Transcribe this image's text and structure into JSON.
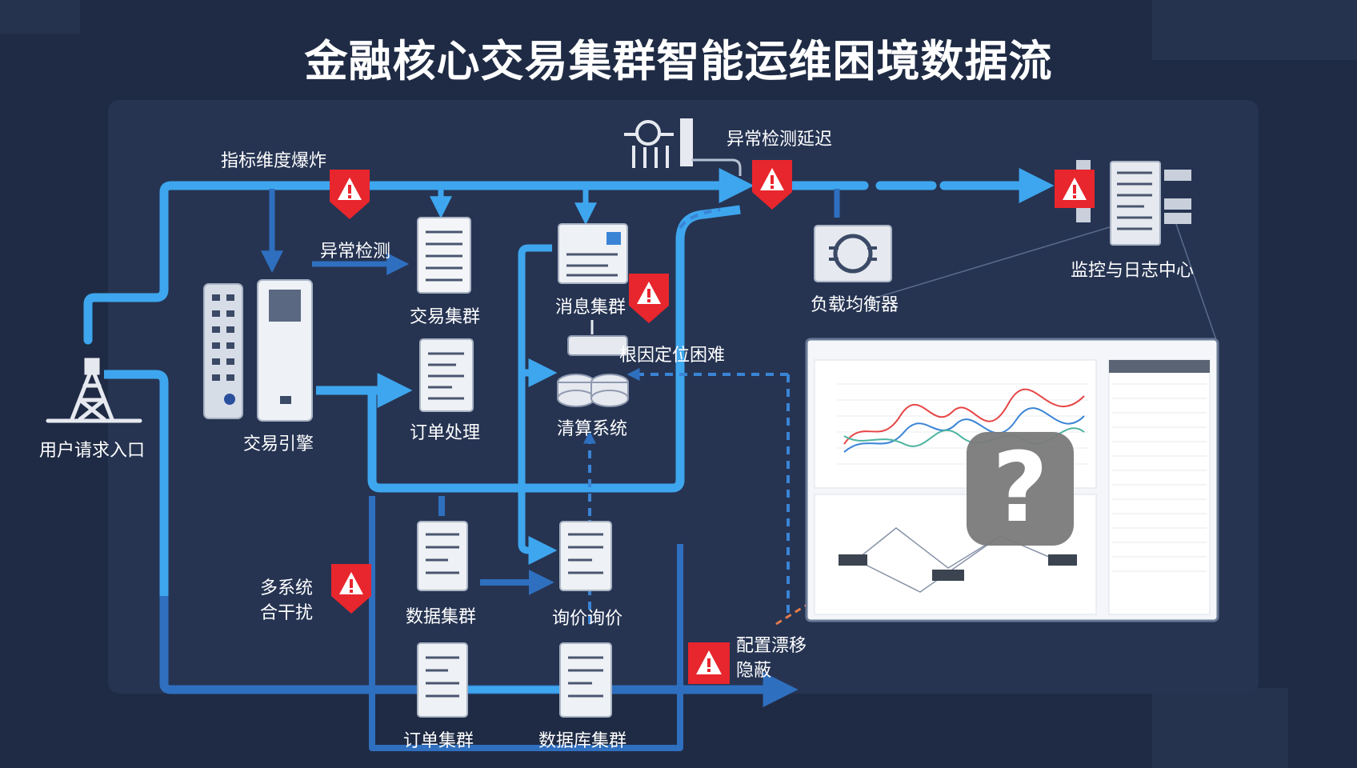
{
  "title": "金融核心交易集群智能运维困境数据流",
  "colors": {
    "background": "#1f2b44",
    "panel": "#263452",
    "flow_primary": "#3ea6ee",
    "flow_secondary": "#2f6fbf",
    "alert_red": "#e8262d",
    "node_light": "#e6e9ef"
  },
  "nodes": {
    "user_entry": "用户请求入口",
    "trading_engine": "交易引擎",
    "trading_cluster": "交易集群",
    "order_processing": "订单处理",
    "message_cluster": "消息集群",
    "clearing_system": "清算系统",
    "load_balancer": "负载均衡器",
    "monitoring_center": "监控与日志中心",
    "data_cluster": "数据集群",
    "quote_pricing": "询价询价",
    "order_cluster": "订单集群",
    "database_cluster": "数据库集群"
  },
  "alerts": {
    "metric_explosion": "指标维度爆炸",
    "anomaly_detection": "异常检测",
    "detection_delay": "异常检测延迟",
    "root_cause": "根因定位困难",
    "multi_system_interference": "多系统合干扰",
    "config_drift_hidden": "配置漂移隐蔽"
  },
  "dashboard": {
    "unknown_symbol": "?"
  },
  "icons": [
    "warning-icon",
    "server-icon",
    "database-icon",
    "network-tower-icon",
    "sensor-icon",
    "load-balancer-icon",
    "question-icon"
  ]
}
